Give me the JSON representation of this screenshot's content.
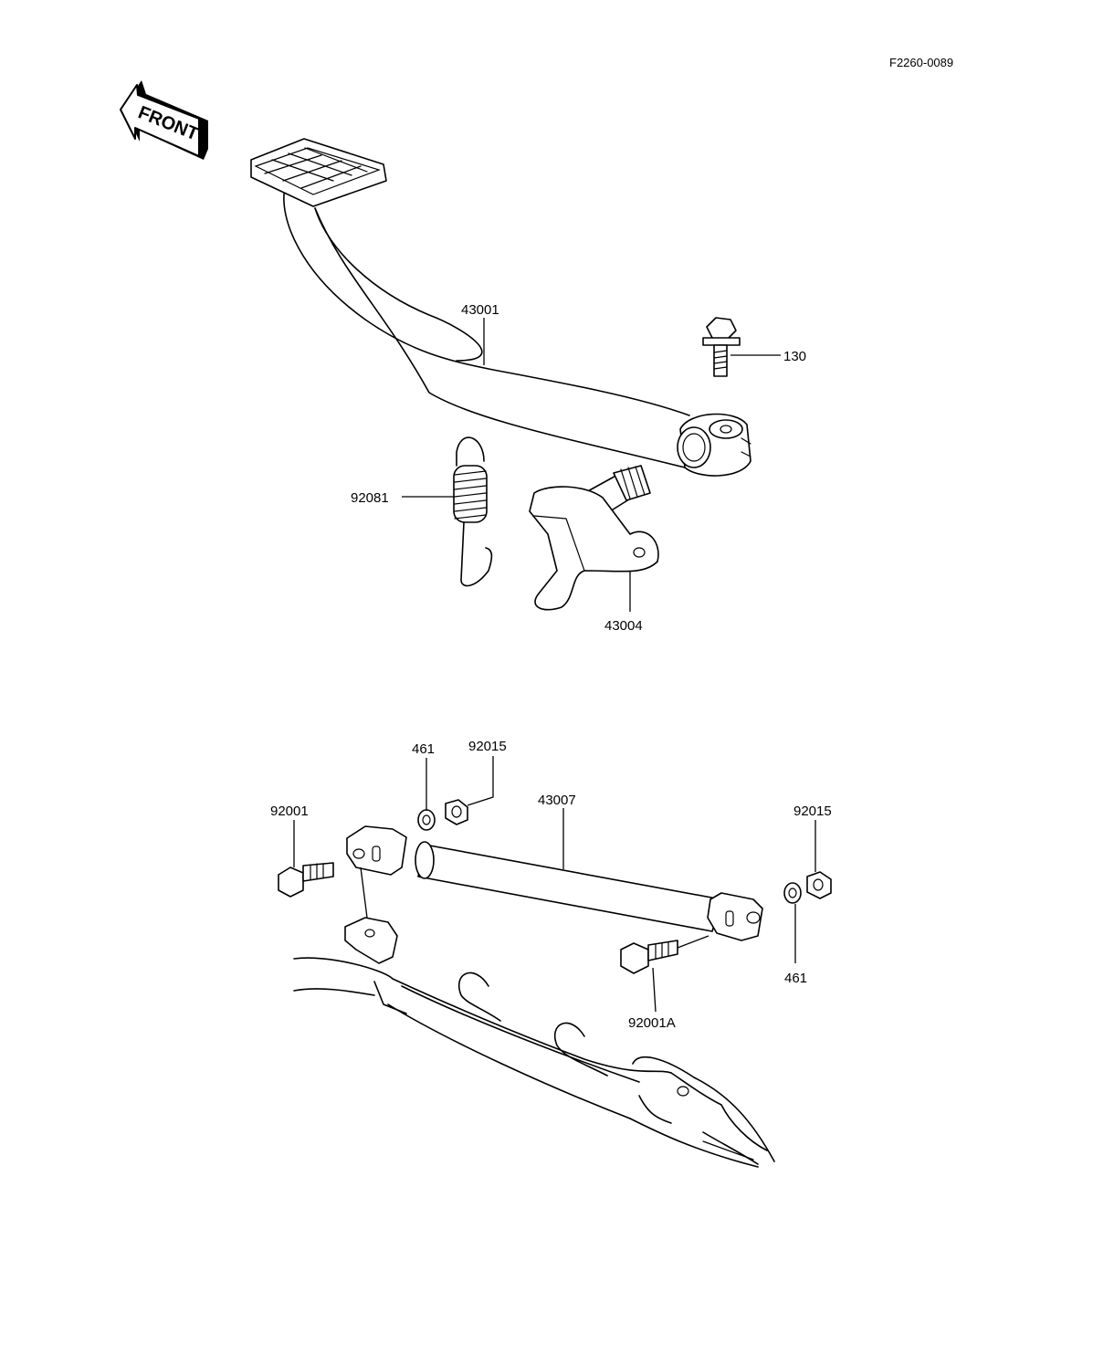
{
  "doc_code": "F2260-0089",
  "front_label": "FRONT",
  "parts": {
    "brake_pedal": "43001",
    "bolt": "130",
    "spring": "92081",
    "shaft_arm": "43004",
    "rod": "43007",
    "washer_top": "461",
    "nut_top": "92015",
    "bolt_left": "92001",
    "nut_right": "92015",
    "washer_right": "461",
    "bolt_right": "92001A"
  }
}
